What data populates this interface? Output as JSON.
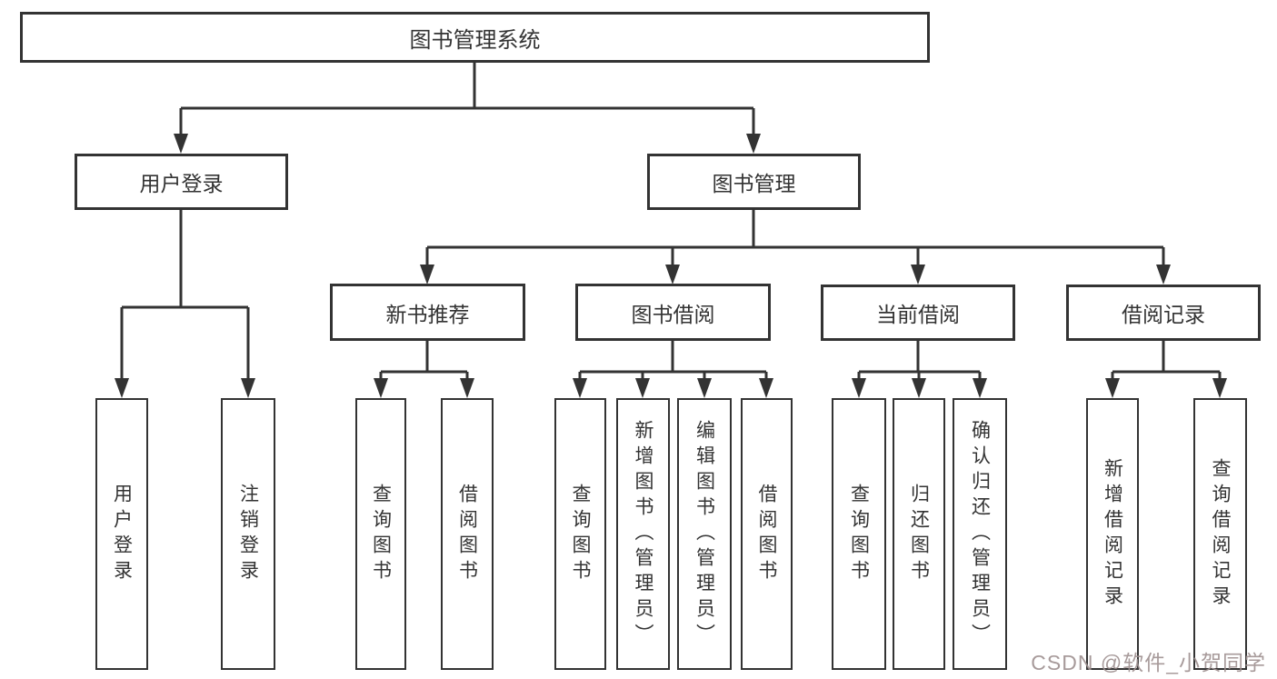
{
  "diagram": {
    "tree": {
      "label": "图书管理系统",
      "children": [
        {
          "label": "用户登录",
          "children": [
            {
              "label": "用户登录"
            },
            {
              "label": "注销登录"
            }
          ]
        },
        {
          "label": "图书管理",
          "children": [
            {
              "label": "新书推荐",
              "children": [
                {
                  "label": "查询图书"
                },
                {
                  "label": "借阅图书"
                }
              ]
            },
            {
              "label": "图书借阅",
              "children": [
                {
                  "label": "查询图书"
                },
                {
                  "label": "新增图书（管理员）"
                },
                {
                  "label": "编辑图书（管理员）"
                },
                {
                  "label": "借阅图书"
                }
              ]
            },
            {
              "label": "当前借阅",
              "children": [
                {
                  "label": "查询图书"
                },
                {
                  "label": "归还图书"
                },
                {
                  "label": "确认归还（管理员）"
                }
              ]
            },
            {
              "label": "借阅记录",
              "children": [
                {
                  "label": "新增借阅记录"
                },
                {
                  "label": "查询借阅记录"
                }
              ]
            }
          ]
        }
      ]
    },
    "colors": {
      "line": "#333333",
      "box_border": "#333333",
      "text": "#333333",
      "background": "#ffffff",
      "watermark": "#9e9090"
    }
  },
  "watermark": {
    "text": "CSDN @软件_小贺同学"
  }
}
